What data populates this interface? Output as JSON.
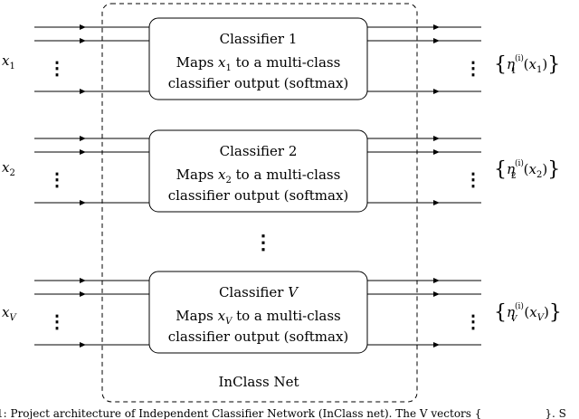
{
  "diagram": {
    "container_label": "InClass Net",
    "classifiers": [
      {
        "title": "Classifier 1",
        "desc_pre": "Maps ",
        "var": "x",
        "sub": "1",
        "desc_post": " to a multi-class",
        "line2": "classifier output (softmax)",
        "input_label_var": "x",
        "input_label_sub": "1",
        "out_eta": "η",
        "out_sup": "(i)",
        "out_sub": "1",
        "out_arg_var": "x",
        "out_arg_sub": "1"
      },
      {
        "title": "Classifier 2",
        "desc_pre": "Maps ",
        "var": "x",
        "sub": "2",
        "desc_post": " to a multi-class",
        "line2": "classifier output (softmax)",
        "input_label_var": "x",
        "input_label_sub": "2",
        "out_eta": "η",
        "out_sup": "(i)",
        "out_sub": "2",
        "out_arg_var": "x",
        "out_arg_sub": "2"
      },
      {
        "title_pre": "Classifier ",
        "title_var": "V",
        "desc_pre": "Maps ",
        "var": "x",
        "sub": "V",
        "desc_post": " to a multi-class",
        "line2": "classifier output (softmax)",
        "input_label_var": "x",
        "input_label_sub": "V",
        "out_eta": "η",
        "out_sup": "(i)",
        "out_sub": "V",
        "out_arg_var": "x",
        "out_arg_sub": "V"
      }
    ],
    "vertical_dots": "⋮",
    "caption_fragment": "1: Project architecture of Independent Classifier Network (InClass net). The V vectors {",
    "caption_fragment2": "}. S"
  }
}
